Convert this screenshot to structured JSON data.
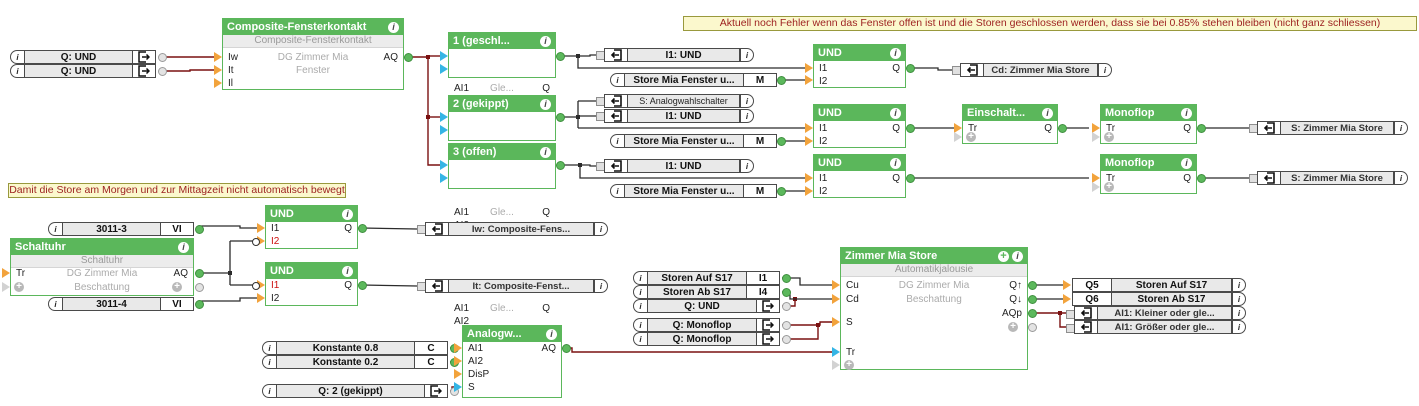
{
  "notes": {
    "top": "Aktuell noch Fehler wenn das Fenster offen ist und die Storen geschlossen werden, dass sie bei 0.85% stehen bleiben (nicht ganz schliessen)",
    "left": "Damit die Store am Morgen und zur Mittagzeit nicht automatisch bewegt"
  },
  "labels": {
    "info": "i",
    "plus": "+",
    "und": "UND",
    "monoflop": "Monoflop",
    "einschalt": "Einschalt...",
    "analog": "Analogw...",
    "i1": "I1",
    "i2": "I2",
    "q": "Q",
    "tr": "Tr",
    "aq": "AQ",
    "ai1": "AI1",
    "ai2": "AI2",
    "disp": "DisP",
    "s": "S",
    "iw": "Iw",
    "it": "It",
    "il": "Il",
    "cu": "Cu",
    "cd": "Cd",
    "q_up": "Q↑",
    "q_down": "Q↓",
    "aqp": "AQp",
    "gle": "Gle..."
  },
  "blocks": {
    "composite": {
      "title": "Composite-Fensterkontakt",
      "subtitle": "Composite-Fensterkontakt",
      "line1": "DG Zimmer Mia",
      "line2": "Fenster"
    },
    "fenster1": {
      "title": "1 (geschl..."
    },
    "fenster2": {
      "title": "2 (gekippt)"
    },
    "fenster3": {
      "title": "3 (offen)"
    },
    "schaltuhr": {
      "title": "Schaltuhr",
      "subtitle": "Schaltuhr",
      "line1": "DG Zimmer Mia",
      "line2": "Beschattung"
    },
    "store": {
      "title": "Zimmer Mia Store",
      "subtitle": "Automatikjalousie",
      "line1": "DG Zimmer Mia",
      "line2": "Beschattung"
    }
  },
  "refs": {
    "q_und_top": {
      "label": "Q: UND"
    },
    "i1_und": {
      "label": "I1: UND"
    },
    "s_analogwahlschalter": {
      "label": "S: Analogwahlschalter"
    },
    "store_mia_fenster": {
      "label": "Store Mia Fenster u...",
      "type": "M"
    },
    "cd_zimmer_mia_store": {
      "label": "Cd: Zimmer Mia Store"
    },
    "s_zimmer_mia_store": {
      "label": "S: Zimmer Mia Store"
    },
    "n3011_3": {
      "label": "3011-3",
      "type": "VI"
    },
    "n3011_4": {
      "label": "3011-4",
      "type": "VI"
    },
    "iw_composite": {
      "label": "Iw: Composite-Fens..."
    },
    "it_composite": {
      "label": "It: Composite-Fenst..."
    },
    "storen_auf_in": {
      "label": "Storen Auf S17",
      "type": "I1"
    },
    "storen_ab_in": {
      "label": "Storen Ab S17",
      "type": "I4"
    },
    "q_und_store": {
      "label": "Q: UND"
    },
    "q_monoflop": {
      "label": "Q: Monoflop"
    },
    "storen_auf_out": {
      "label": "Storen Auf S17",
      "type": "Q5"
    },
    "storen_ab_out": {
      "label": "Storen Ab S17",
      "type": "Q6"
    },
    "ai1_kleiner": {
      "label": "AI1: Kleiner oder gle..."
    },
    "ai1_groesser": {
      "label": "AI1: Größer oder gle..."
    },
    "konstante_08": {
      "label": "Konstante 0.8",
      "type": "C"
    },
    "konstante_02": {
      "label": "Konstante 0.2",
      "type": "C"
    },
    "q_2_gekippt": {
      "label": "Q: 2 (gekippt)"
    }
  },
  "colors": {
    "block_green": "#5bb75b",
    "wire_red": "#7a1010",
    "wire_black": "#2b2b2b",
    "input_orange": "#f2a33c",
    "input_cyan": "#35b5e5",
    "note_bg": "#fbf8cd",
    "note_text": "#9c1f1f"
  }
}
